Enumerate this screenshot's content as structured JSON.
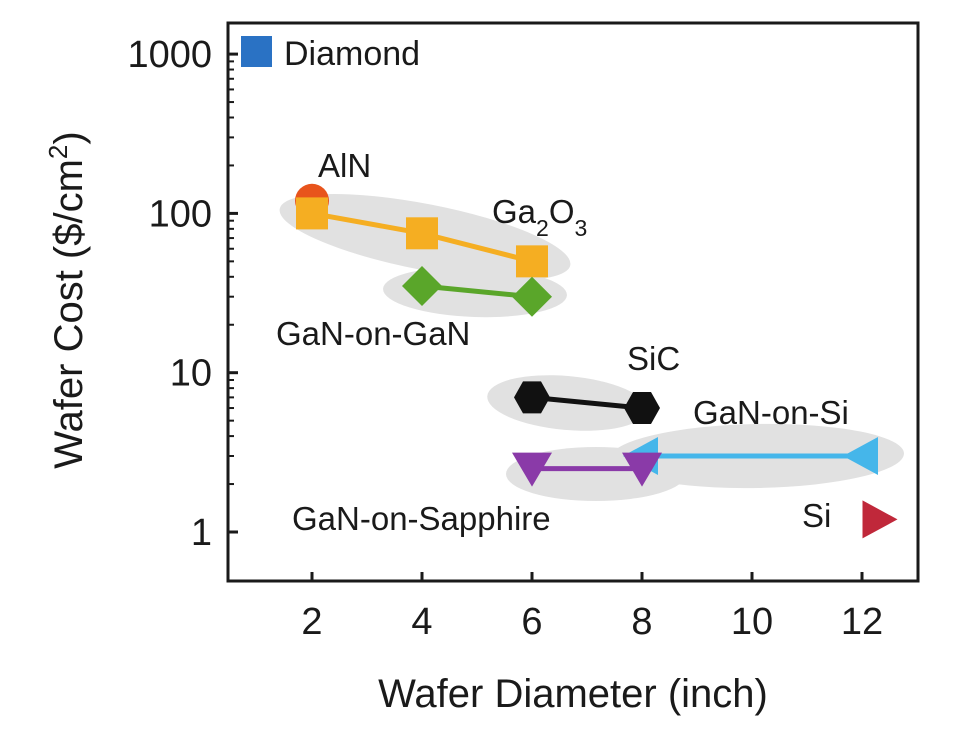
{
  "chart_data": {
    "type": "scatter",
    "x_label": "Wafer Diameter (inch)",
    "y_label": "Wafer Cost ($/cm²)",
    "y_scale": "log",
    "xlim": [
      0.5,
      13.0
    ],
    "ylim": [
      0.6,
      1500
    ],
    "x_ticks": [
      2,
      4,
      6,
      8,
      10,
      12
    ],
    "x_tick_labels": [
      "2",
      "4",
      "6",
      "8",
      "10",
      "12"
    ],
    "y_ticks": [
      1,
      10,
      100,
      1000
    ],
    "y_tick_labels": [
      "1",
      "10",
      "100",
      "1000"
    ],
    "grid": false,
    "legend": {
      "position": "top-left",
      "label": "Diamond",
      "color": "#2a72c4",
      "marker": "square"
    },
    "series": [
      {
        "name": "AlN",
        "marker": "circle",
        "color": "#e8541c",
        "x": [
          2
        ],
        "y": [
          120
        ]
      },
      {
        "name": "Ga2O3",
        "label_main": "Ga",
        "label_sub1": "2",
        "label_mid": "O",
        "label_sub2": "3",
        "marker": "square",
        "color": "#f5ae22",
        "x": [
          2,
          4,
          6
        ],
        "y": [
          100,
          75,
          50
        ]
      },
      {
        "name": "GaN-on-GaN",
        "marker": "diamond",
        "color": "#5aa62a",
        "x": [
          4,
          6
        ],
        "y": [
          35,
          30
        ]
      },
      {
        "name": "SiC",
        "marker": "hexagon",
        "color": "#111111",
        "x": [
          6,
          8
        ],
        "y": [
          7,
          6
        ]
      },
      {
        "name": "GaN-on-Si",
        "marker": "triangle-left",
        "color": "#45b6ea",
        "x": [
          8,
          12
        ],
        "y": [
          3,
          3
        ]
      },
      {
        "name": "GaN-on-Sapphire",
        "marker": "triangle-down",
        "color": "#8a3aa8",
        "x": [
          6,
          8
        ],
        "y": [
          2.5,
          2.5
        ]
      },
      {
        "name": "Si",
        "marker": "triangle-right",
        "color": "#c0283a",
        "x": [
          12.3
        ],
        "y": [
          1.2
        ]
      }
    ]
  }
}
